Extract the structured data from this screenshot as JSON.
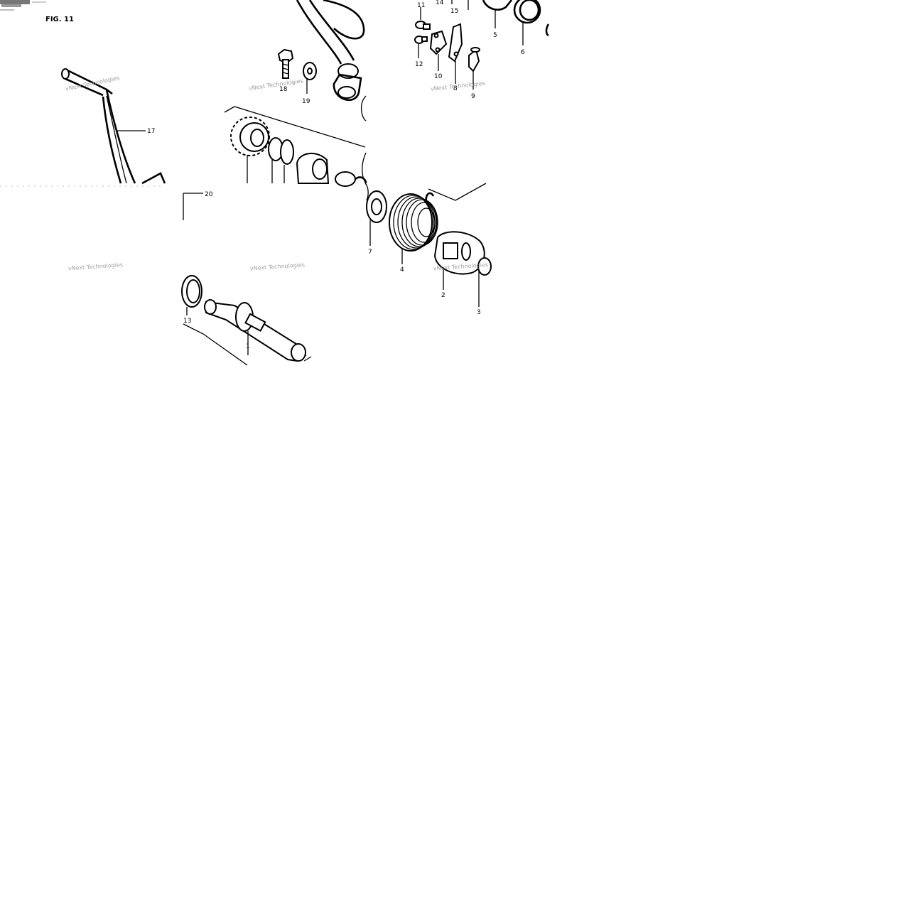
{
  "figure_label": "FIG. 11",
  "watermark_text": "vNext Technologies",
  "callouts": {
    "n1": "1",
    "n2": "2",
    "n3": "3",
    "n4": "4",
    "n5": "5",
    "n6": "6",
    "n7": "7",
    "n8": "8",
    "n9": "9",
    "n10": "10",
    "n11": "11",
    "n12": "12",
    "n13": "13",
    "n14": "14",
    "n15": "15",
    "n17": "17",
    "n18": "18",
    "n19": "19",
    "n20": "20"
  }
}
